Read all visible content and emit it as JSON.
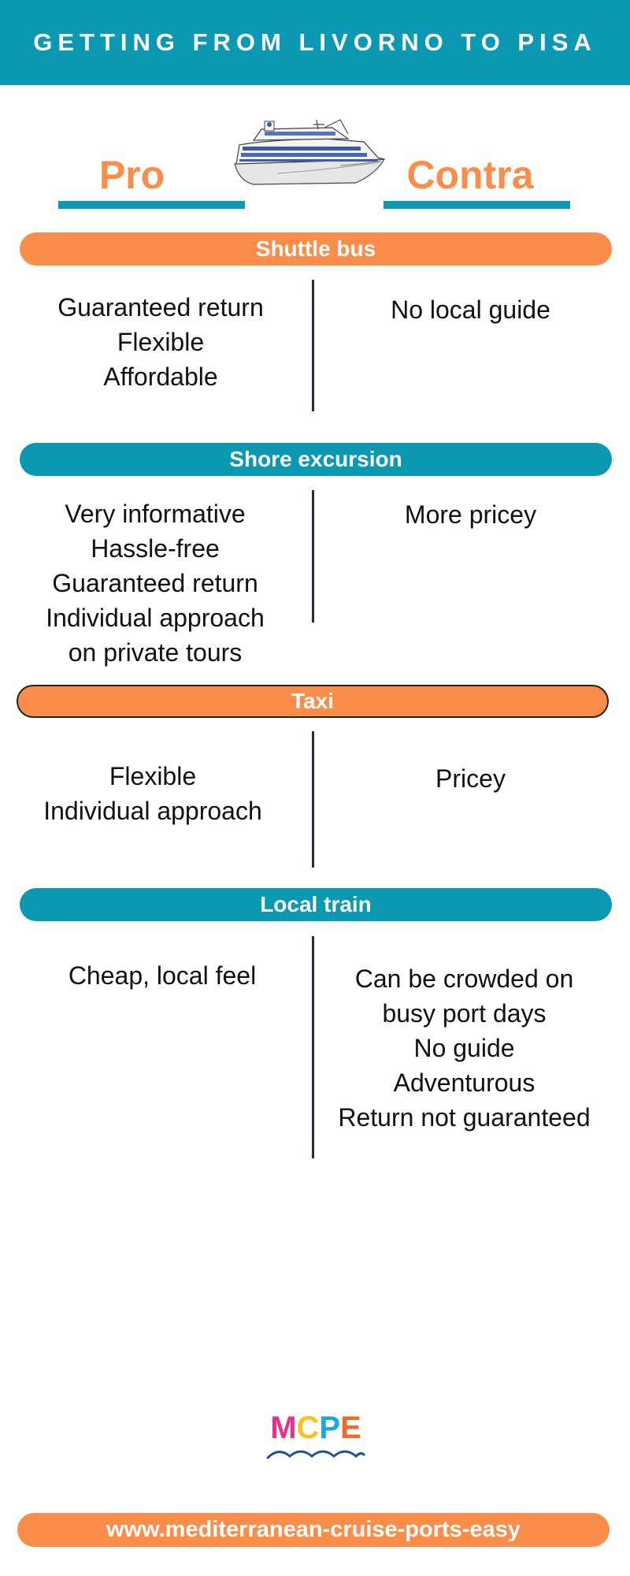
{
  "header": {
    "title": "GETTING FROM LIVORNO TO PISA"
  },
  "columns": {
    "pro": "Pro",
    "contra": "Contra"
  },
  "sections": [
    {
      "label": "Shuttle bus",
      "pros": [
        "Guaranteed return",
        "Flexible",
        "Affordable"
      ],
      "cons": [
        "No local guide"
      ]
    },
    {
      "label": "Shore excursion",
      "pros": [
        "Very informative",
        "Hassle-free",
        "Guaranteed return",
        "Individual approach",
        "on private tours"
      ],
      "cons": [
        "More pricey"
      ]
    },
    {
      "label": "Taxi",
      "pros": [
        "Flexible",
        "Individual approach"
      ],
      "cons": [
        "Pricey"
      ]
    },
    {
      "label": "Local train",
      "pros": [
        "Cheap, local feel"
      ],
      "cons": [
        "Can be crowded on",
        "busy port days",
        "No guide",
        "Adventurous",
        "Return not guaranteed"
      ]
    }
  ],
  "logo": {
    "letters": [
      "M",
      "C",
      "P",
      "E"
    ],
    "colors": [
      "#e8318f",
      "#f7c21b",
      "#1fa6dd",
      "#f26a2a"
    ],
    "wave_color": "#1f4fa0"
  },
  "footer": {
    "url": "www.mediterranean-cruise-ports-easy"
  },
  "colors": {
    "teal": "#0a98b2",
    "orange": "#fb8d4a",
    "divider": "#2b2b3c"
  },
  "icons": {
    "ship": "cruise-ship-illustration"
  }
}
